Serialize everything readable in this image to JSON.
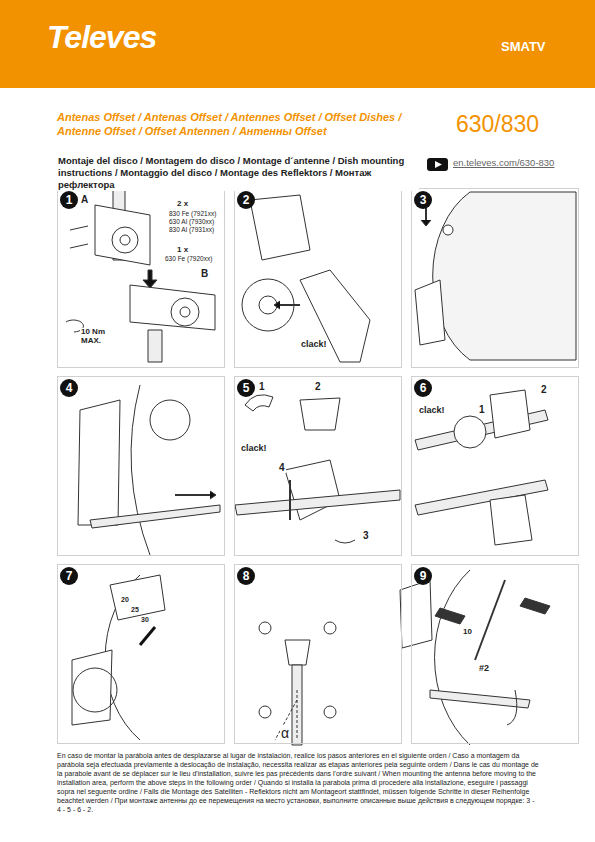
{
  "diagram": {
    "title": "Antenas Offset / Antenas Offset / Antennes Offset / Offset Dishes / Antenne Offset / Offset Antennen / Антенны Offset",
    "caption": "En caso de montar la parábola antes de desplazarse al lugar de instalación, realice los pasos anteriores en el siguiente orden / Caso a montagem da parábola seja efectuada previamente à deslocação de instalação, necessita realizar as etapas anteriores pela seguinte ordem / Dans le cas du montage de la parabole avant de se déplacer sur le lieu d'installation, suivre les pas précédents dans l'ordre suivant / When mounting the antenna before moving to the installation area, perform the above steps in the following order / Quando si installa la parabola prima di procedere alla installazione, eseguire i passaggi sopra nel seguente ordine / Falls die Montage des Satelliten - Reflektors nicht am Montageort stattfindet, müssen folgende Schritte in dieser Reihenfolge beachtet werden / При монтаже антенны до ее перемещения на место установки, выполните описанные выше действия в следующем порядке: 3 - 4 - 5 - 6 - 2.",
    "nodes": [
      {
        "text": [
          "1"
        ]
      },
      {
        "text": [
          "2"
        ]
      },
      {
        "text": [
          "3"
        ]
      },
      {
        "text": [
          "4"
        ]
      },
      {
        "text": [
          "5"
        ]
      },
      {
        "text": [
          "6"
        ]
      },
      {
        "text": [
          "7"
        ]
      },
      {
        "text": [
          "8"
        ]
      },
      {
        "text": [
          "9"
        ]
      }
    ],
    "labels": [
      "Televes",
      "SMATV",
      "630/830",
      "Montaje del disco / Montagem do disco / Montage d´antenne / Dish mounting instructions / Montaggio del disco / Montage des Reflektors / Монтаж рефлектора",
      "en.televes.com/630-830",
      "A",
      "2 x",
      "830 Fe (7921xx)",
      "630 Al (7930xx)",
      "830 Al (7931xx)",
      "1 x",
      "630 Fe (7920xx)",
      "B",
      "10 Nm MAX.",
      "clack!",
      "1",
      "2",
      "clack!",
      "4",
      "3",
      "2",
      "clack!",
      "1",
      "20",
      "25",
      "30",
      "α",
      "10",
      "#2"
    ]
  }
}
